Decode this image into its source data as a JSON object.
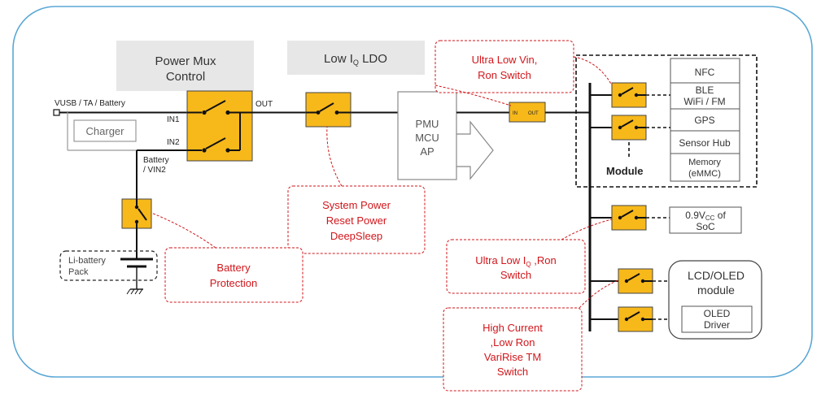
{
  "labels": {
    "power_mux_line1": "Power Mux",
    "power_mux_line2": "Control",
    "low_iq_ldo_pre": "Low I",
    "low_iq_ldo_sub": "Q",
    "low_iq_ldo_post": " LDO",
    "vusb": "VUSB / TA / Battery",
    "charger": "Charger",
    "in1": "IN1",
    "in2": "IN2",
    "out": "OUT",
    "battery_vin2_line1": "Battery",
    "battery_vin2_line2": "/ VIN2",
    "li_battery_line1": "Li-battery",
    "li_battery_line2": "Pack",
    "pmu_line1": "PMU",
    "pmu_line2": "MCU",
    "pmu_line3": "AP",
    "ldo_in": "IN",
    "ldo_out": "OUT",
    "module": "Module",
    "lcd_line1": "LCD/OLED",
    "lcd_line2": "module",
    "oled_line1": "OLED",
    "oled_line2": "Driver",
    "soc_pre": "0.9V",
    "soc_sub": "CC",
    "soc_post": " of",
    "soc_line2": "SoC"
  },
  "module_items": [
    {
      "line1": "NFC",
      "line2": ""
    },
    {
      "line1": "BLE",
      "line2": "WiFi / FM"
    },
    {
      "line1": "GPS",
      "line2": ""
    },
    {
      "line1": "Sensor Hub",
      "line2": ""
    },
    {
      "line1": "Memory",
      "line2": "(eMMC)"
    }
  ],
  "callouts": {
    "ultra_low_vin_line1": "Ultra Low Vin,",
    "ultra_low_vin_line2": "Ron Switch",
    "system_power_line1": "System Power",
    "system_power_line2": "Reset Power",
    "system_power_line3": "DeepSleep",
    "battery_protection_line1": "Battery",
    "battery_protection_line2": "Protection",
    "ultra_low_iq_pre": "Ultra Low I",
    "ultra_low_iq_sub": "Q",
    "ultra_low_iq_post": " ,Ron",
    "ultra_low_iq_line2": "Switch",
    "high_current_line1": "High Current",
    "high_current_line2": ",Low Ron",
    "high_current_line3": "VariRise TM",
    "high_current_line4": "Switch"
  },
  "colors": {
    "switch_fill": "#f7b81a",
    "callout_text": "#d0161b",
    "callout_border": "#d0161b",
    "frame_border": "#5aa7d6",
    "gray_box": "#e7e7e7"
  }
}
